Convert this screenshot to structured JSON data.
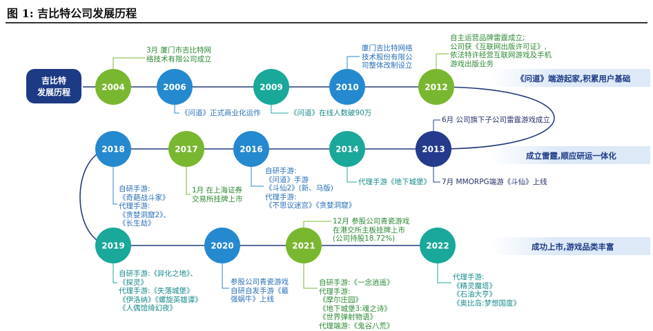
{
  "figure_title": "图 1: 吉比特公司发展历程",
  "start_badge": {
    "line1": "吉比特",
    "line2": "发展历程"
  },
  "colors": {
    "blue": "#2589cf",
    "green": "#7ab730",
    "teal": "#19a89a",
    "navy": "#243a8c",
    "badge": "#1d3a85",
    "line": "#233a7a"
  },
  "nodes": [
    {
      "year": "2004",
      "color": "green"
    },
    {
      "year": "2006",
      "color": "blue"
    },
    {
      "year": "2009",
      "color": "teal"
    },
    {
      "year": "2010",
      "color": "blue"
    },
    {
      "year": "2012",
      "color": "green"
    },
    {
      "year": "2013",
      "color": "navy"
    },
    {
      "year": "2014",
      "color": "teal"
    },
    {
      "year": "2016",
      "color": "blue"
    },
    {
      "year": "2017",
      "color": "green"
    },
    {
      "year": "2018",
      "color": "blue"
    },
    {
      "year": "2019",
      "color": "teal"
    },
    {
      "year": "2020",
      "color": "blue"
    },
    {
      "year": "2021",
      "color": "green"
    },
    {
      "year": "2022",
      "color": "teal"
    }
  ],
  "annotations": [
    {
      "text": "3月 厦门市吉比特网\n络技术有限公司成立",
      "color": "green"
    },
    {
      "text": "《问道》正式商业化运作",
      "color": "blue"
    },
    {
      "text": "《问道》在线人数破90万",
      "color": "teal"
    },
    {
      "text": "厦门吉比特网络\n技术股份有限公\n司整体改制设立",
      "color": "blue"
    },
    {
      "text": "自主运营品牌雷霆成立;\n公司获《互联网出版许可证》,\n依法特许经营互联网游戏及手机\n游戏出版业务",
      "color": "green"
    },
    {
      "text": "6月 公司旗下子公司雷霆游戏成立",
      "color": "navy"
    },
    {
      "text": "7月 MMORPG端游《斗仙》上线",
      "color": "navy"
    },
    {
      "text": "代理手游《地下城堡》",
      "color": "teal"
    },
    {
      "text": "自研手游:\n《问道》手游\n《斗仙2》(新、马版)\n代理手游:\n《不思议迷宫》《贪婪洞窟》",
      "color": "blue"
    },
    {
      "text": "1月 在上海证券\n交易所挂牌上市",
      "color": "green"
    },
    {
      "text": "自研手游:\n《奇葩战斗家》\n代理手游:\n《贪婪洞窟2》、\n《长生劫》",
      "color": "blue"
    },
    {
      "text": "12月 参股公司青瓷游戏\n在港交所主板挂牌上市\n(公司持股18.72%)",
      "color": "green"
    },
    {
      "text": "自研手游:《异化之地》、\n《探灵》\n代理手游:《失落城堡》\n《伊洛纳》《螺旋英雄谭》\n《人偶馆绮幻夜》",
      "color": "teal"
    },
    {
      "text": "参股公司青瓷游戏\n自研自发手游《最\n强蜗牛》上线",
      "color": "blue"
    },
    {
      "text": "自研手游:《一念逍遥》\n代理手游:\n《摩尔庄园》\n《地下城堡3:魂之诗》\n《世界弹射物语》\n代理端游:《鬼谷八荒》",
      "color": "green"
    },
    {
      "text": "代理手游:\n《精灵魔塔》\n《石油大亨》\n《奥比岛:梦想国度》",
      "color": "teal"
    }
  ],
  "themes": [
    "《问道》端游起家,积累用户基础",
    "成立雷霆,顺应研运一体化",
    "成功上市,游戏品类丰富"
  ]
}
